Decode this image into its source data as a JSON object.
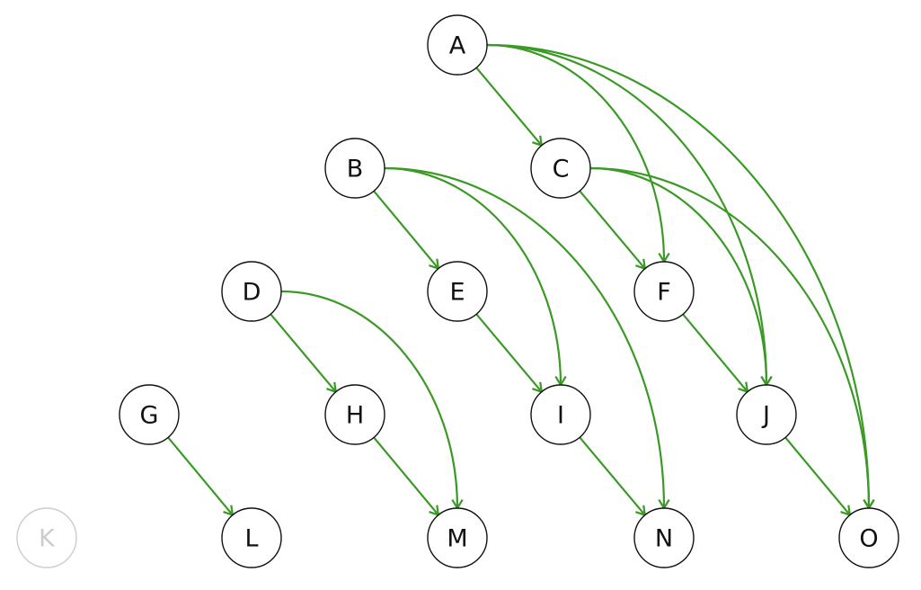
{
  "colors": {
    "edge": "#3a9a25",
    "node_stroke": "#111111",
    "node_text": "#111111",
    "muted_stroke": "#cccccc",
    "muted_text": "#cccccc"
  },
  "nodes": [
    {
      "id": "A",
      "label": "A",
      "muted": false
    },
    {
      "id": "B",
      "label": "B",
      "muted": false
    },
    {
      "id": "C",
      "label": "C",
      "muted": false
    },
    {
      "id": "D",
      "label": "D",
      "muted": false
    },
    {
      "id": "E",
      "label": "E",
      "muted": false
    },
    {
      "id": "F",
      "label": "F",
      "muted": false
    },
    {
      "id": "G",
      "label": "G",
      "muted": false
    },
    {
      "id": "H",
      "label": "H",
      "muted": false
    },
    {
      "id": "I",
      "label": "I",
      "muted": false
    },
    {
      "id": "J",
      "label": "J",
      "muted": false
    },
    {
      "id": "K",
      "label": "K",
      "muted": true
    },
    {
      "id": "L",
      "label": "L",
      "muted": false
    },
    {
      "id": "M",
      "label": "M",
      "muted": false
    },
    {
      "id": "N",
      "label": "N",
      "muted": false
    },
    {
      "id": "O",
      "label": "O",
      "muted": false
    }
  ],
  "edges": [
    {
      "from": "A",
      "to": "C"
    },
    {
      "from": "A",
      "to": "F"
    },
    {
      "from": "A",
      "to": "J"
    },
    {
      "from": "A",
      "to": "O"
    },
    {
      "from": "B",
      "to": "E"
    },
    {
      "from": "B",
      "to": "I"
    },
    {
      "from": "B",
      "to": "N"
    },
    {
      "from": "C",
      "to": "F"
    },
    {
      "from": "C",
      "to": "J"
    },
    {
      "from": "C",
      "to": "O"
    },
    {
      "from": "D",
      "to": "H"
    },
    {
      "from": "D",
      "to": "M"
    },
    {
      "from": "E",
      "to": "I"
    },
    {
      "from": "F",
      "to": "J"
    },
    {
      "from": "G",
      "to": "L"
    },
    {
      "from": "H",
      "to": "M"
    },
    {
      "from": "I",
      "to": "N"
    },
    {
      "from": "J",
      "to": "O"
    }
  ]
}
